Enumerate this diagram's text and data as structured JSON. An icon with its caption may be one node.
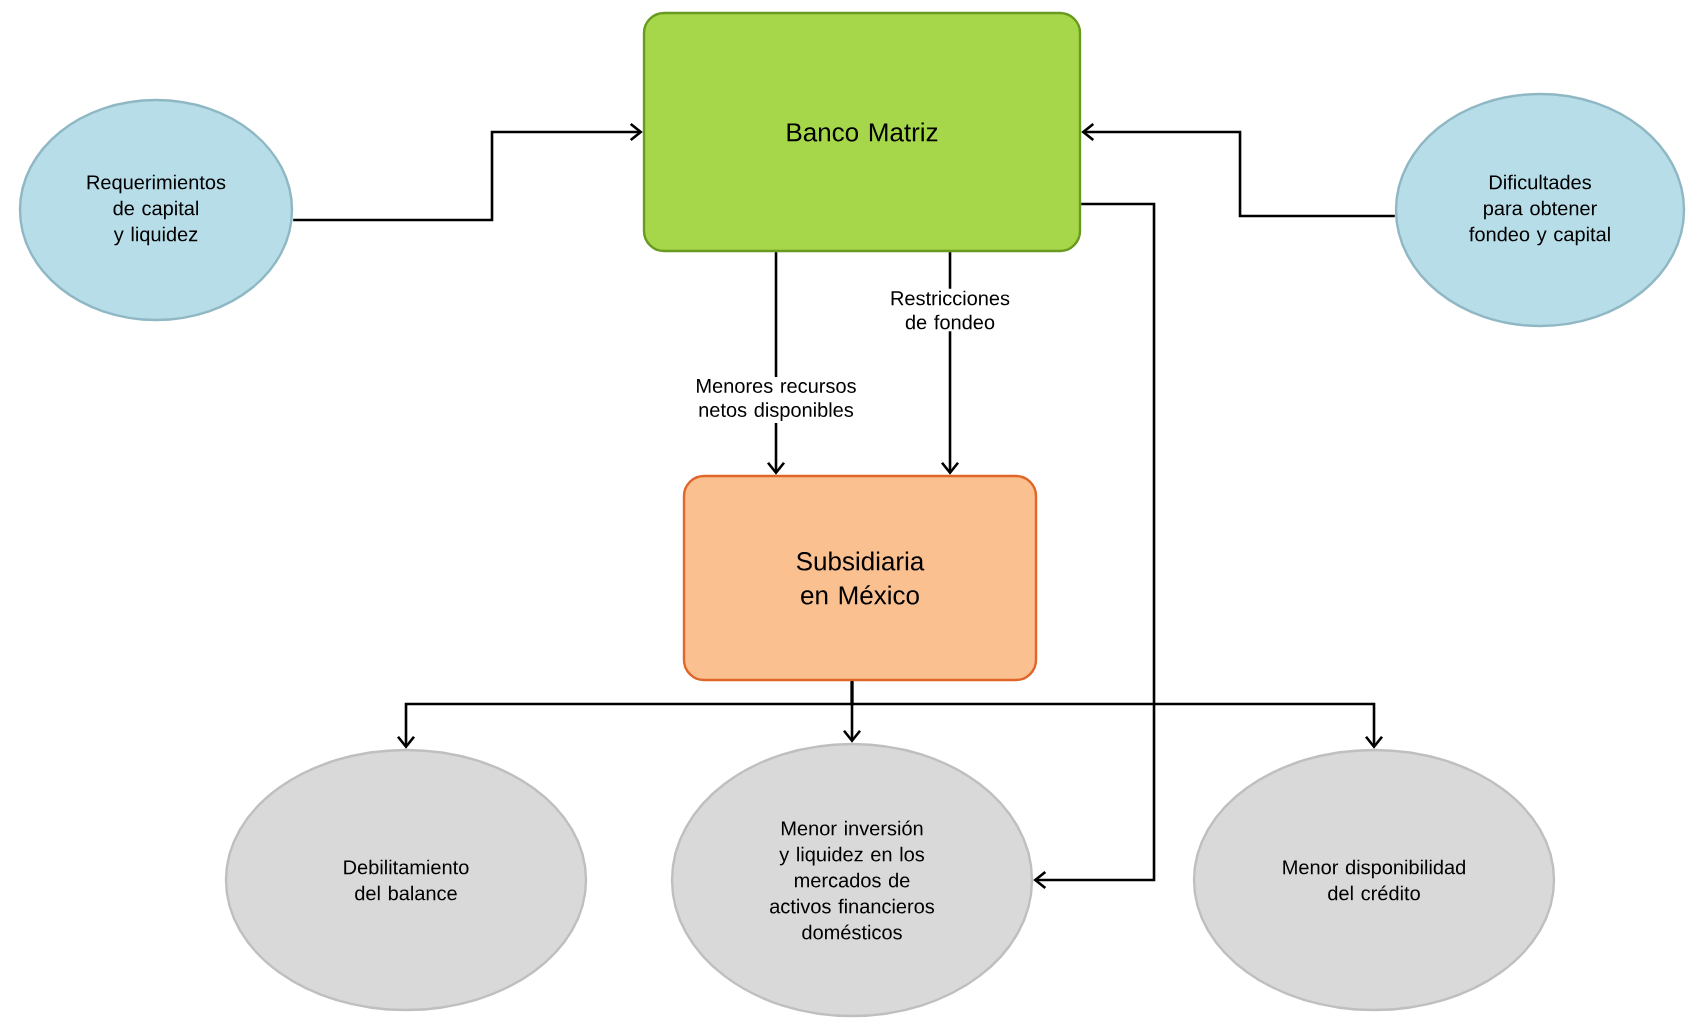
{
  "diagram": {
    "nodes": [
      {
        "text": [
          "Requerimientos de capital y liquidez"
        ]
      },
      {
        "text": [
          "Banco Matriz"
        ]
      },
      {
        "text": [
          "Dificultades para obtener fondeo y capital"
        ]
      },
      {
        "text": [
          "Subsidiaria en México"
        ]
      },
      {
        "text": [
          "Debilitamiento del balance"
        ]
      },
      {
        "text": [
          "Menor inversión y liquidez en los mercados de activos financieros domésticos"
        ]
      },
      {
        "text": [
          "Menor disponibilidad del crédito"
        ]
      }
    ],
    "edges": [
      {
        "from": 0,
        "to": 1,
        "arrow": "to"
      },
      {
        "from": 2,
        "to": 1,
        "arrow": "to"
      },
      {
        "from": 1,
        "to": 3,
        "arrow": "to",
        "label": "Menores recursos netos disponibles"
      },
      {
        "from": 1,
        "to": 3,
        "arrow": "to",
        "label": "Restricciones de fondeo"
      },
      {
        "from": 1,
        "to": 5,
        "arrow": "to"
      },
      {
        "from": 3,
        "to": 4,
        "arrow": "to"
      },
      {
        "from": 3,
        "to": 5,
        "arrow": "to"
      },
      {
        "from": 3,
        "to": 6,
        "arrow": "to"
      }
    ]
  }
}
